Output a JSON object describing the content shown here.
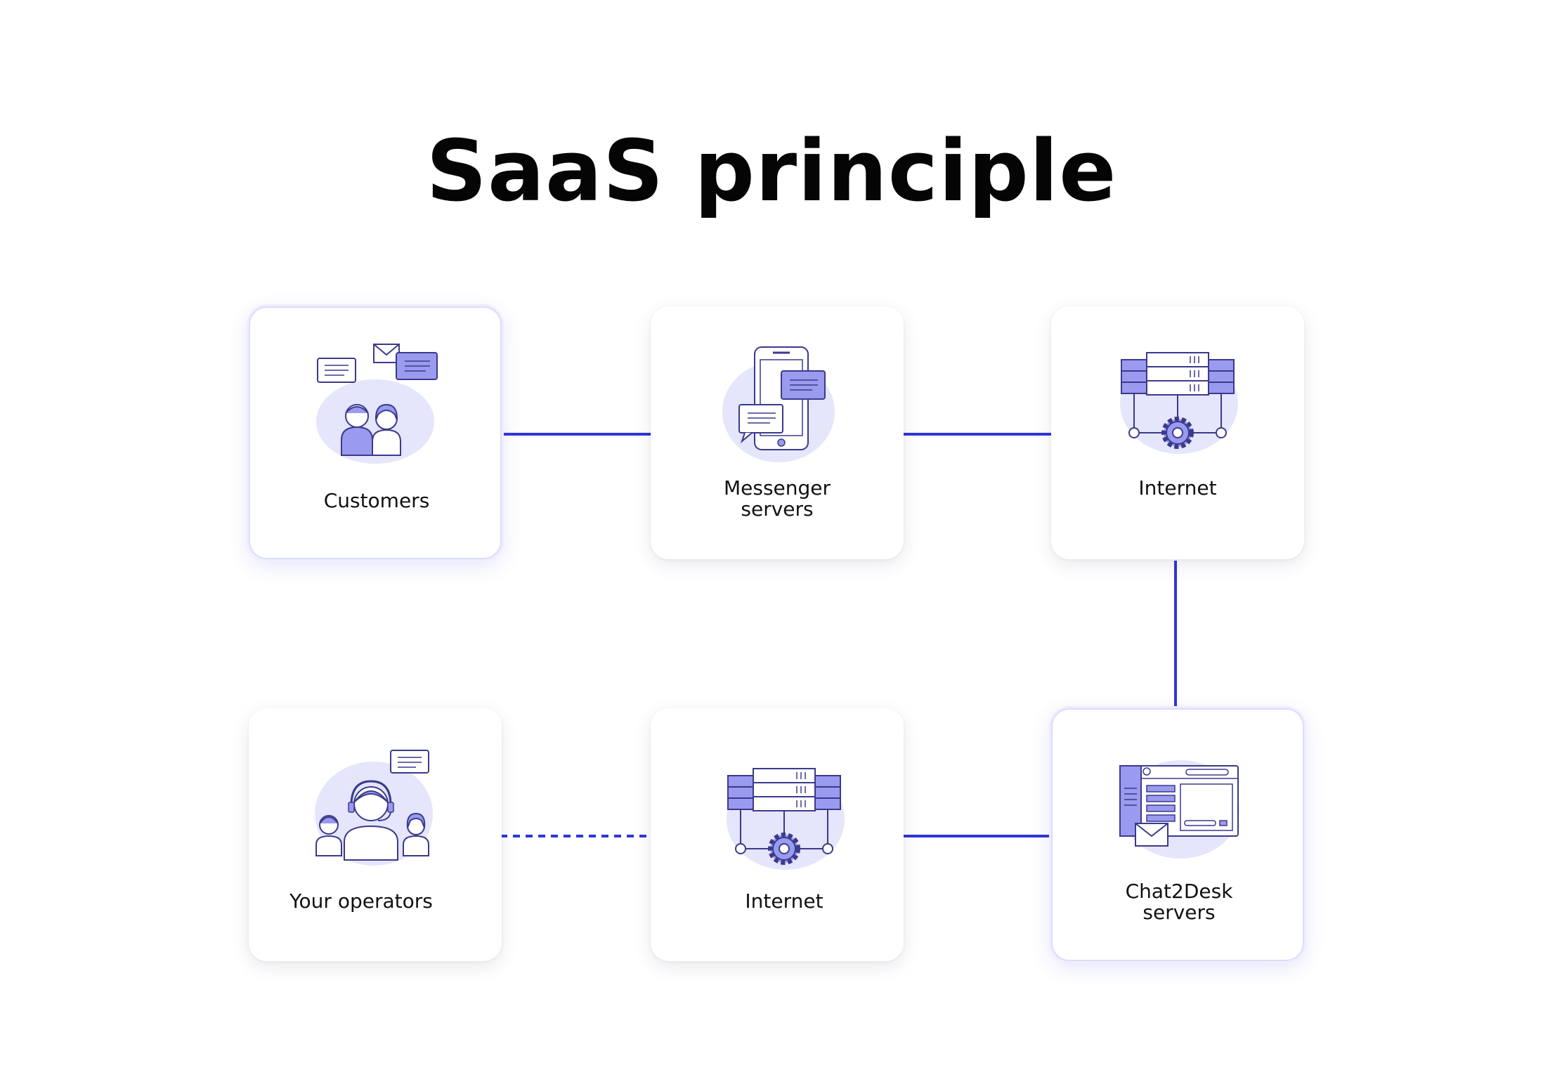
{
  "title": "SaaS principle",
  "colors": {
    "accent": "#2f36d8",
    "icon_fill": "#9a9aef",
    "icon_blob": "#e5e5fb",
    "icon_line": "#3a3a8c"
  },
  "nodes": {
    "customers": {
      "label": "Customers",
      "icon": "customers-icon"
    },
    "messenger_servers": {
      "label": "Messenger\nservers",
      "icon": "smartphone-chat-icon"
    },
    "internet_top": {
      "label": "Internet",
      "icon": "server-network-icon"
    },
    "chat2desk_servers": {
      "label": "Chat2Desk\nservers",
      "icon": "web-app-mail-icon"
    },
    "internet_bottom": {
      "label": "Internet",
      "icon": "server-network-icon"
    },
    "your_operators": {
      "label": "Your operators",
      "icon": "support-operators-icon"
    }
  },
  "connections": [
    {
      "from": "customers",
      "to": "messenger_servers",
      "style": "solid"
    },
    {
      "from": "messenger_servers",
      "to": "internet_top",
      "style": "solid"
    },
    {
      "from": "internet_top",
      "to": "chat2desk_servers",
      "style": "solid"
    },
    {
      "from": "chat2desk_servers",
      "to": "internet_bottom",
      "style": "solid"
    },
    {
      "from": "internet_bottom",
      "to": "your_operators",
      "style": "dashed"
    }
  ]
}
